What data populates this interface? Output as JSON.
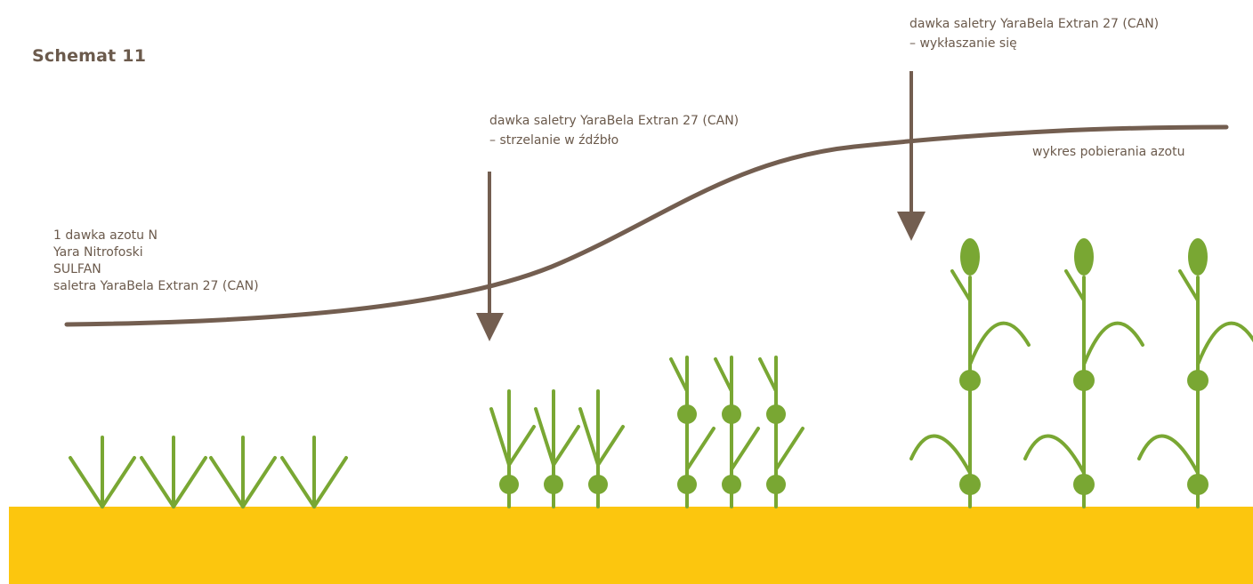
{
  "title": "Schemat 11",
  "labels": {
    "first_dose": [
      "1 dawka azotu N",
      "Yara Nitrofoski",
      "SULFAN",
      "saletra YaraBela Extran 27 (CAN)"
    ],
    "second_dose": [
      "dawka saletry YaraBela Extran 27 (CAN)",
      "– strzelanie w źdźbło"
    ],
    "third_dose": [
      "dawka saletry YaraBela Extran 27 (CAN)",
      "– wykłaszanie się"
    ],
    "curve": "wykres pobierania azotu"
  },
  "colors": {
    "soil": "#fcc60e",
    "plant": "#79a733",
    "curve": "#735e50",
    "text": "#6b5a4c"
  }
}
